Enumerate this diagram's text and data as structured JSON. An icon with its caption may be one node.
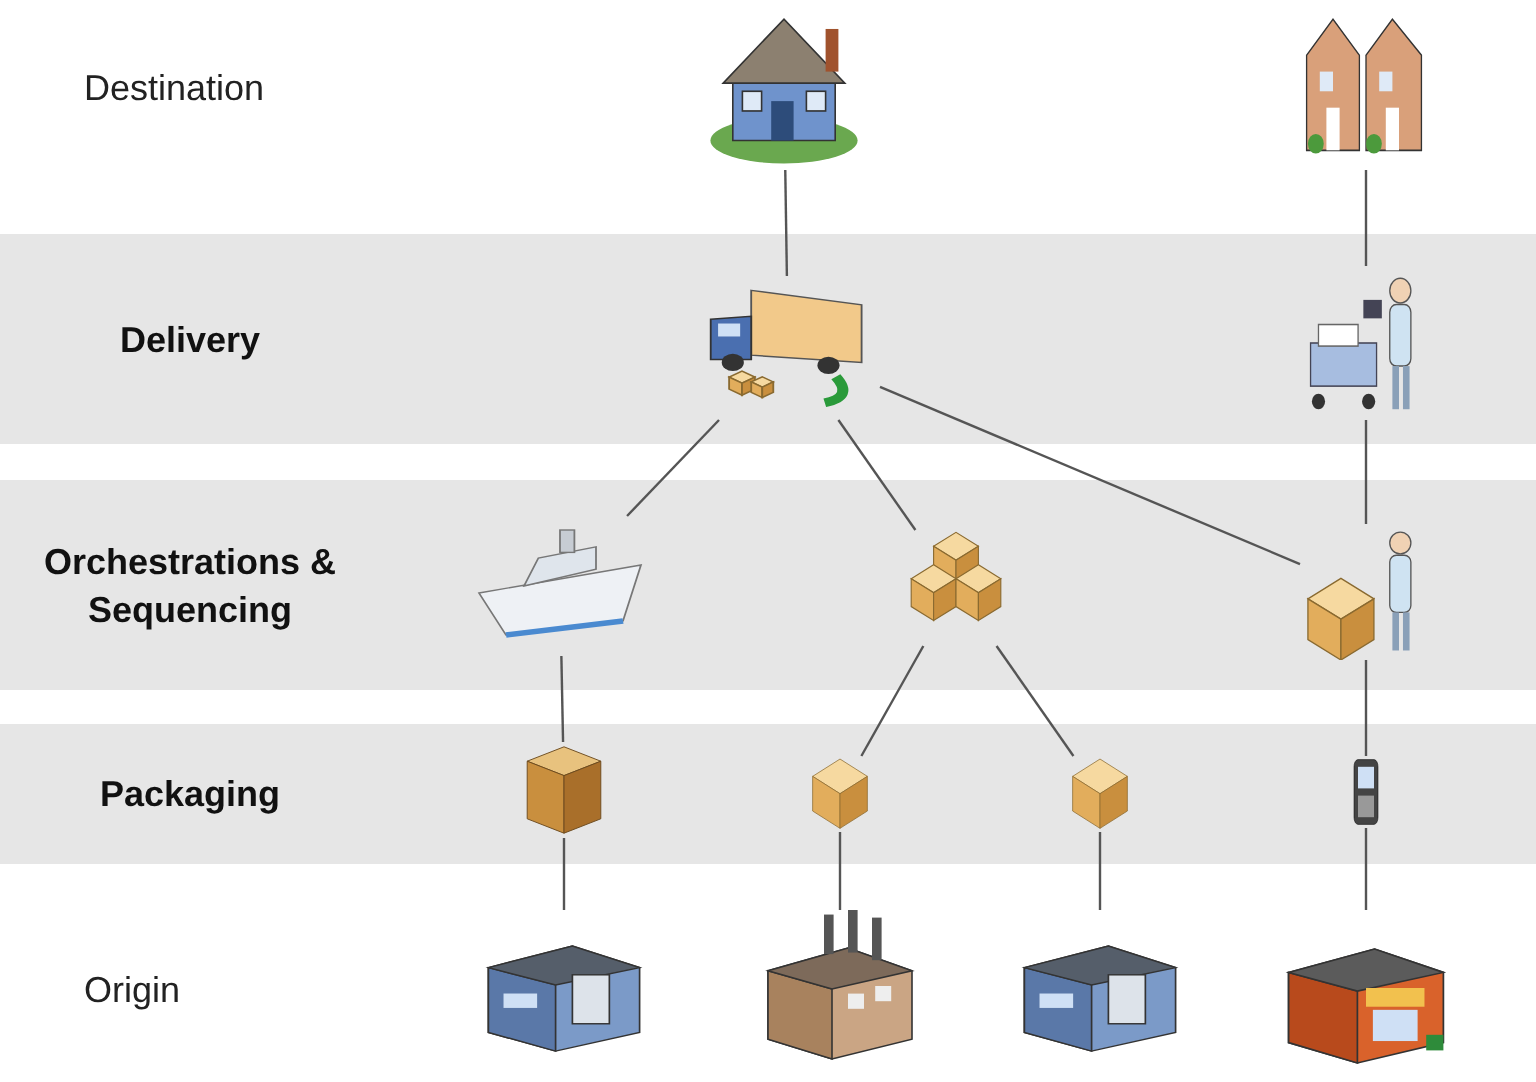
{
  "diagram": {
    "nodes": [
      {
        "text": [],
        "shape": "picture"
      },
      {
        "text": [],
        "shape": "picture"
      },
      {
        "text": [
          "Delivery"
        ]
      },
      {
        "text": [],
        "shape": "picture",
        "in": 2
      },
      {
        "text": [],
        "shape": "picture",
        "in": 2
      },
      {
        "text": [
          "Orchestrations & Sequencing"
        ]
      },
      {
        "text": [],
        "shape": "picture",
        "in": 5
      },
      {
        "text": [],
        "shape": "picture",
        "in": 5
      },
      {
        "text": [],
        "shape": "picture",
        "in": 5
      },
      {
        "text": [
          "Packaging"
        ]
      },
      {
        "text": [],
        "shape": "picture",
        "in": 9
      },
      {
        "text": [],
        "shape": "picture",
        "in": 9
      },
      {
        "text": [],
        "shape": "picture",
        "in": 9
      },
      {
        "text": [],
        "shape": "picture",
        "in": 9
      },
      {
        "text": [],
        "shape": "picture"
      },
      {
        "text": [],
        "shape": "picture"
      },
      {
        "text": [],
        "shape": "picture"
      },
      {
        "text": [],
        "shape": "picture"
      }
    ],
    "edges": [
      {
        "from": 0,
        "to": 3,
        "arrow": "none"
      },
      {
        "from": 1,
        "to": 4,
        "arrow": "none"
      },
      {
        "from": 4,
        "to": 8,
        "arrow": "none"
      },
      {
        "from": 3,
        "to": 6,
        "arrow": "none"
      },
      {
        "from": 3,
        "to": 7,
        "arrow": "none"
      },
      {
        "from": 3,
        "to": 8,
        "arrow": "none"
      },
      {
        "from": 6,
        "to": 10,
        "arrow": "none"
      },
      {
        "from": 7,
        "to": 11,
        "arrow": "none"
      },
      {
        "from": 7,
        "to": 12,
        "arrow": "none"
      },
      {
        "from": 8,
        "to": 13,
        "arrow": "none"
      },
      {
        "from": 10,
        "to": 14,
        "arrow": "none"
      },
      {
        "from": 11,
        "to": 15,
        "arrow": "none"
      },
      {
        "from": 12,
        "to": 16,
        "arrow": "none"
      },
      {
        "from": 13,
        "to": 17,
        "arrow": "none"
      }
    ],
    "labels": [
      "Destination",
      "Origin"
    ]
  }
}
